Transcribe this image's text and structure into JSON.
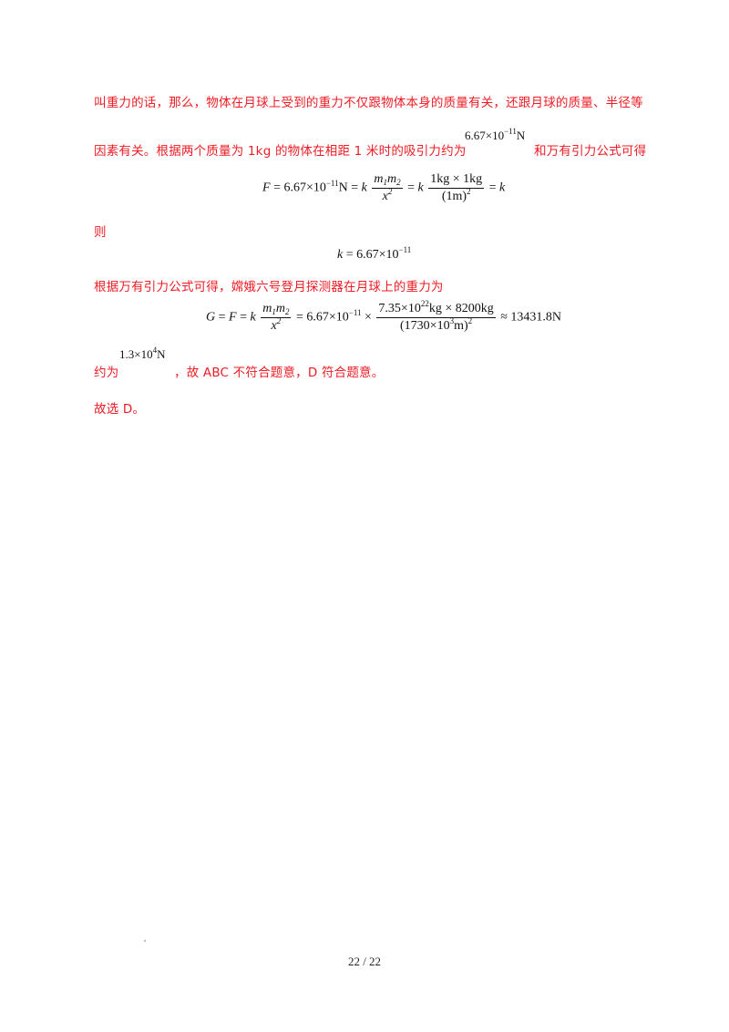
{
  "paragraphs": {
    "p1": "叫重力的话，那么，物体在月球上受到的重力不仅跟物体本身的质量有关，还跟月球的质量、半径等",
    "p2_a": "因素有关。根据两个质量为 1kg 的物体在相距 1 米时的吸引力约为",
    "p2_b": "和万有引力公式可得",
    "p3": "则",
    "p4": "根据万有引力公式可得，嫦娥六号登月探测器在月球上的重力为",
    "p5_a": "约为",
    "p5_b": "，故 ABC 不符合题意，D 符合题意。",
    "p6": "故选 D。"
  },
  "inline_math": {
    "force_coeff": "6.67×10",
    "force_exp": "−11",
    "force_unit": "N",
    "approx_coeff": "1.3×10",
    "approx_exp": "4",
    "approx_unit": "N"
  },
  "eq1": {
    "lhs": "F",
    "eq": " = 6.67×10",
    "exp": "−11",
    "unit": "N = ",
    "k1": "k",
    "num1_a": "m",
    "num1_s1": "1",
    "num1_b": "m",
    "num1_s2": "2",
    "den1": "x",
    "den1_exp": "2",
    "mid": " = ",
    "k2": "k",
    "num2": "1kg × 1kg",
    "den2": "(1m)",
    "den2_exp": "2",
    "end": " = ",
    "k3": "k"
  },
  "eq2": {
    "lhs": "k",
    "rhs": " = 6.67×10",
    "exp": "−11"
  },
  "eq3": {
    "lhs": "G",
    "eq1": " = ",
    "F": "F",
    "eq2": " = ",
    "k": "k",
    "num_a": "m",
    "num_s1": "1",
    "num_b": "m",
    "num_s2": "2",
    "den": "x",
    "den_exp": "2",
    "mid": " = 6.67×10",
    "mid_exp": "−11",
    "times": " × ",
    "num2_a": "7.35×10",
    "num2_exp": "22",
    "num2_b": "kg × 8200kg",
    "den2_a": "(1730×10",
    "den2_exp": "3",
    "den2_b": "m)",
    "den2_exp2": "2",
    "result": " ≈ 13431.8N"
  },
  "footer": {
    "page": "22  /  22"
  },
  "colors": {
    "text_red": "#ee1c24",
    "math_black": "#111111"
  }
}
